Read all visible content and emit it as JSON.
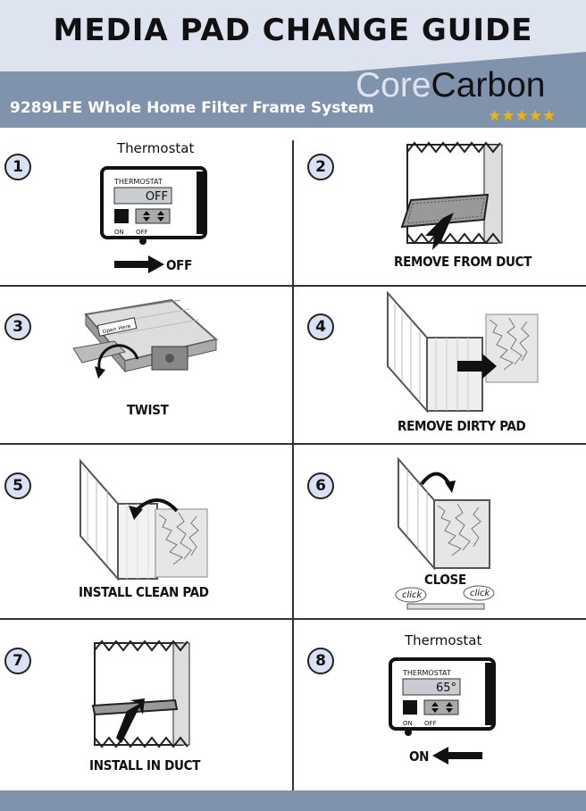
{
  "header": {
    "title": "MEDIA PAD CHANGE GUIDE",
    "subtitle": "9289LFE Whole Home Filter Frame System",
    "brand_part1": "Core",
    "brand_part2": "Carbon",
    "stars": "★★★★★"
  },
  "colors": {
    "header_light": "#dde3ef",
    "header_band": "#7f93ad",
    "star": "#f4b400",
    "step_circle": "#d8e2f2"
  },
  "steps": [
    {
      "number": "1",
      "caption": "OFF",
      "label": "Thermostat",
      "thermostat_title": "THERMOSTAT",
      "display": "OFF",
      "on": "ON",
      "off": "OFF"
    },
    {
      "number": "2",
      "caption": "REMOVE FROM DUCT"
    },
    {
      "number": "3",
      "caption": "TWIST",
      "pad_text": "Open Here"
    },
    {
      "number": "4",
      "caption": "REMOVE DIRTY PAD"
    },
    {
      "number": "5",
      "caption": "INSTALL CLEAN PAD"
    },
    {
      "number": "6",
      "caption": "CLOSE",
      "click_left": "click",
      "click_right": "click"
    },
    {
      "number": "7",
      "caption": "INSTALL IN DUCT"
    },
    {
      "number": "8",
      "caption": "ON",
      "label": "Thermostat",
      "thermostat_title": "THERMOSTAT",
      "display": "65°",
      "on": "ON",
      "off": "OFF"
    }
  ]
}
